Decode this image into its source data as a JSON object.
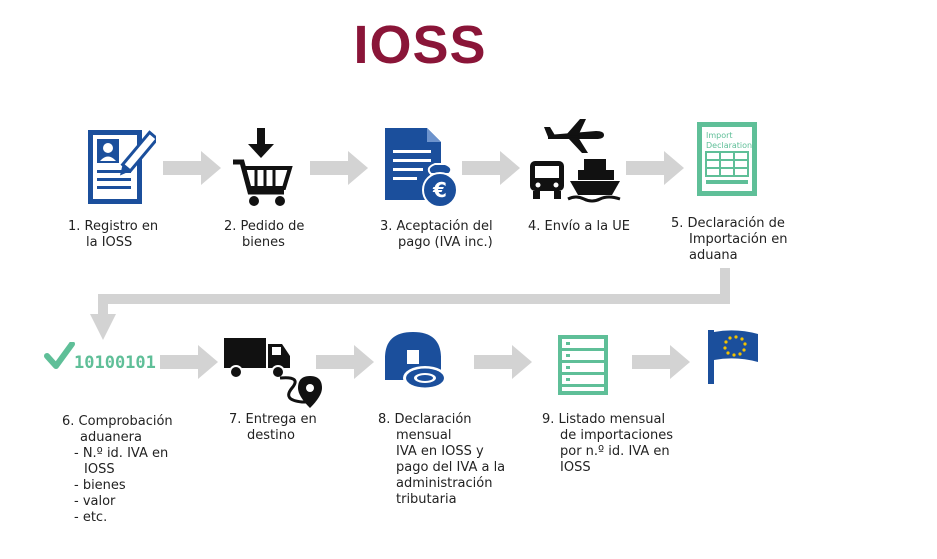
{
  "title": "IOSS",
  "colors": {
    "title": "#8a1538",
    "icon_blue": "#1b4f9c",
    "icon_green": "#3fae8a",
    "arrow_gray": "#d3d3d3"
  },
  "steps_row1": [
    {
      "line1": "1.  Registro en",
      "line2": "la IOSS",
      "icon": "registration-document-icon"
    },
    {
      "line1": "2.  Pedido de",
      "line2": "bienes",
      "icon": "shopping-cart-icon"
    },
    {
      "line1": "3.  Aceptación del",
      "line2": "pago (IVA inc.)",
      "icon": "payment-euro-document-icon"
    },
    {
      "line1": "4.  Envío a la UE",
      "icon": "shipping-transport-icon"
    },
    {
      "line1": "5.  Declaración de",
      "line2": "Importación en",
      "line3": "aduana",
      "icon": "import-declaration-icon",
      "doc_text1": "Import",
      "doc_text2": "Declaration"
    }
  ],
  "steps_row2": [
    {
      "line1": "6.  Comprobación",
      "line2": "aduanera",
      "bullets": [
        "- N.º id. IVA en",
        "IOSS",
        "- bienes",
        "- valor",
        "- etc."
      ],
      "icon": "binary-check-icon",
      "binary": "10100101"
    },
    {
      "line1": "7.  Entrega en",
      "line2": "destino",
      "icon": "delivery-truck-location-icon"
    },
    {
      "line1": "8.  Declaración",
      "line2": "mensual",
      "line3": "IVA en IOSS y",
      "line4": "pago del IVA a la",
      "line5": "administración",
      "line6": "tributaria",
      "icon": "tax-administration-icon"
    },
    {
      "line1": "9.  Listado mensual",
      "line2": "de importaciones",
      "line3": "por n.º id. IVA en",
      "line4": "IOSS",
      "icon": "server-list-icon"
    },
    {
      "icon": "eu-flag-icon"
    }
  ]
}
